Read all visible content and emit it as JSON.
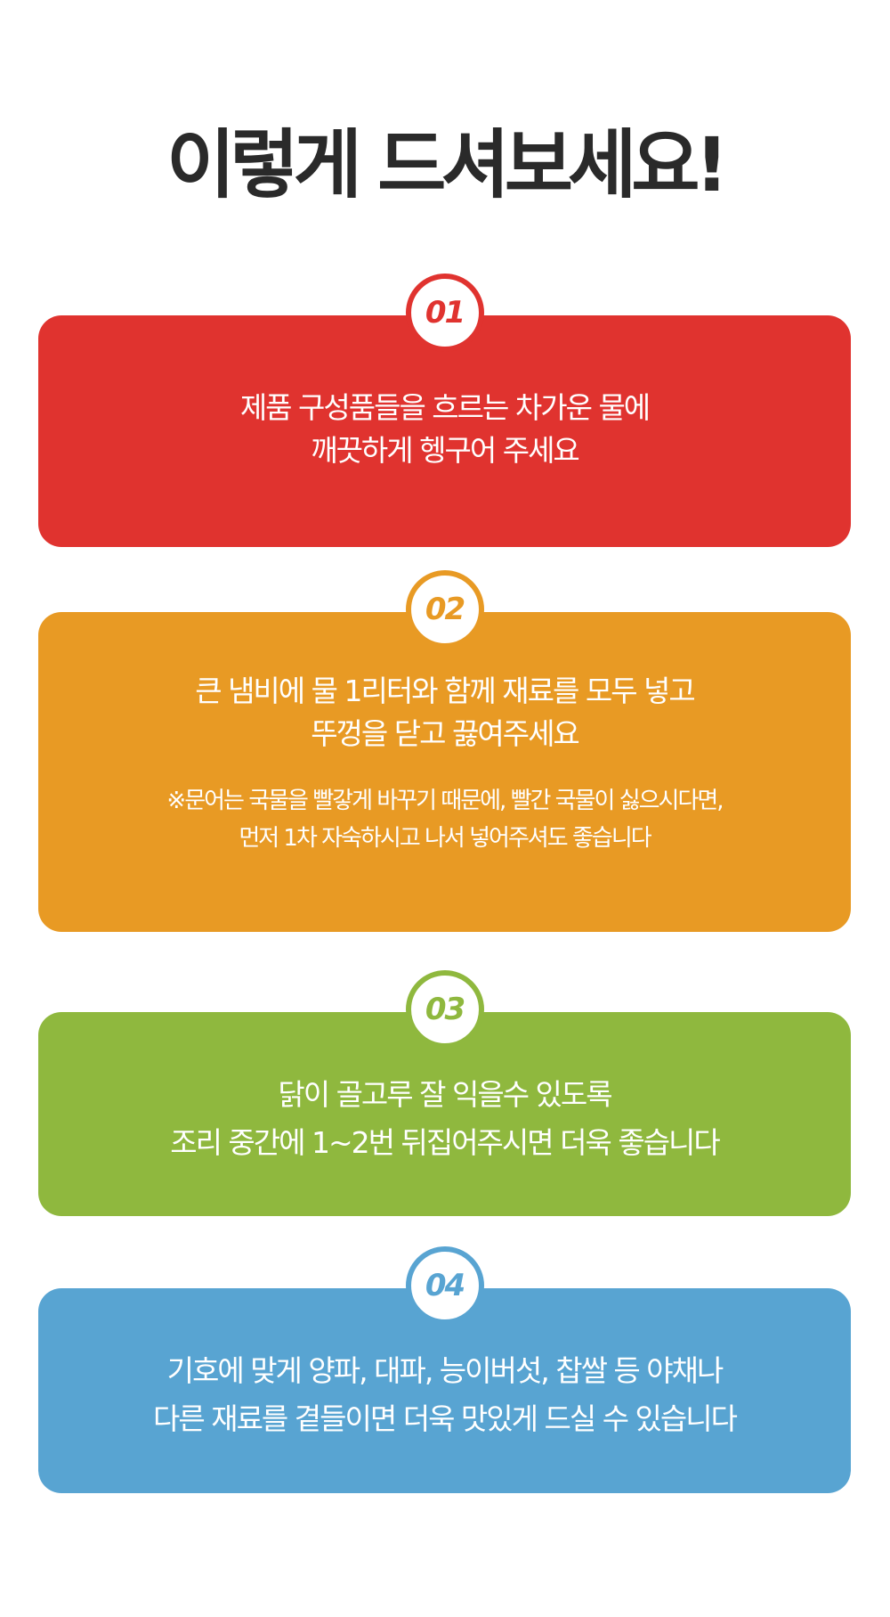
{
  "title": "이렇게 드셔보세요!",
  "steps": [
    {
      "number": "01",
      "color": "#e0332f",
      "lines": [
        "제품 구성품들을 흐르는 차가운 물에",
        "깨끗하게 헹구어 주세요"
      ]
    },
    {
      "number": "02",
      "color": "#e89a24",
      "lines": [
        "큰 냄비에 물 1리터와 함께 재료를 모두 넣고",
        "뚜껑을 닫고 끓여주세요"
      ],
      "note": [
        "※문어는 국물을 빨갛게 바꾸기 때문에, 빨간 국물이 싫으시다면,",
        "먼저 1차 자숙하시고 나서 넣어주셔도 좋습니다"
      ]
    },
    {
      "number": "03",
      "color": "#8fb83e",
      "lines": [
        "닭이 골고루 잘 익을수 있도록",
        "조리 중간에 1~2번 뒤집어주시면 더욱 좋습니다"
      ]
    },
    {
      "number": "04",
      "color": "#58a4d2",
      "lines": [
        "기호에 맞게 양파, 대파, 능이버섯, 찹쌀 등 야채나",
        "다른 재료를 곁들이면 더욱 맛있게 드실 수 있습니다"
      ]
    }
  ]
}
